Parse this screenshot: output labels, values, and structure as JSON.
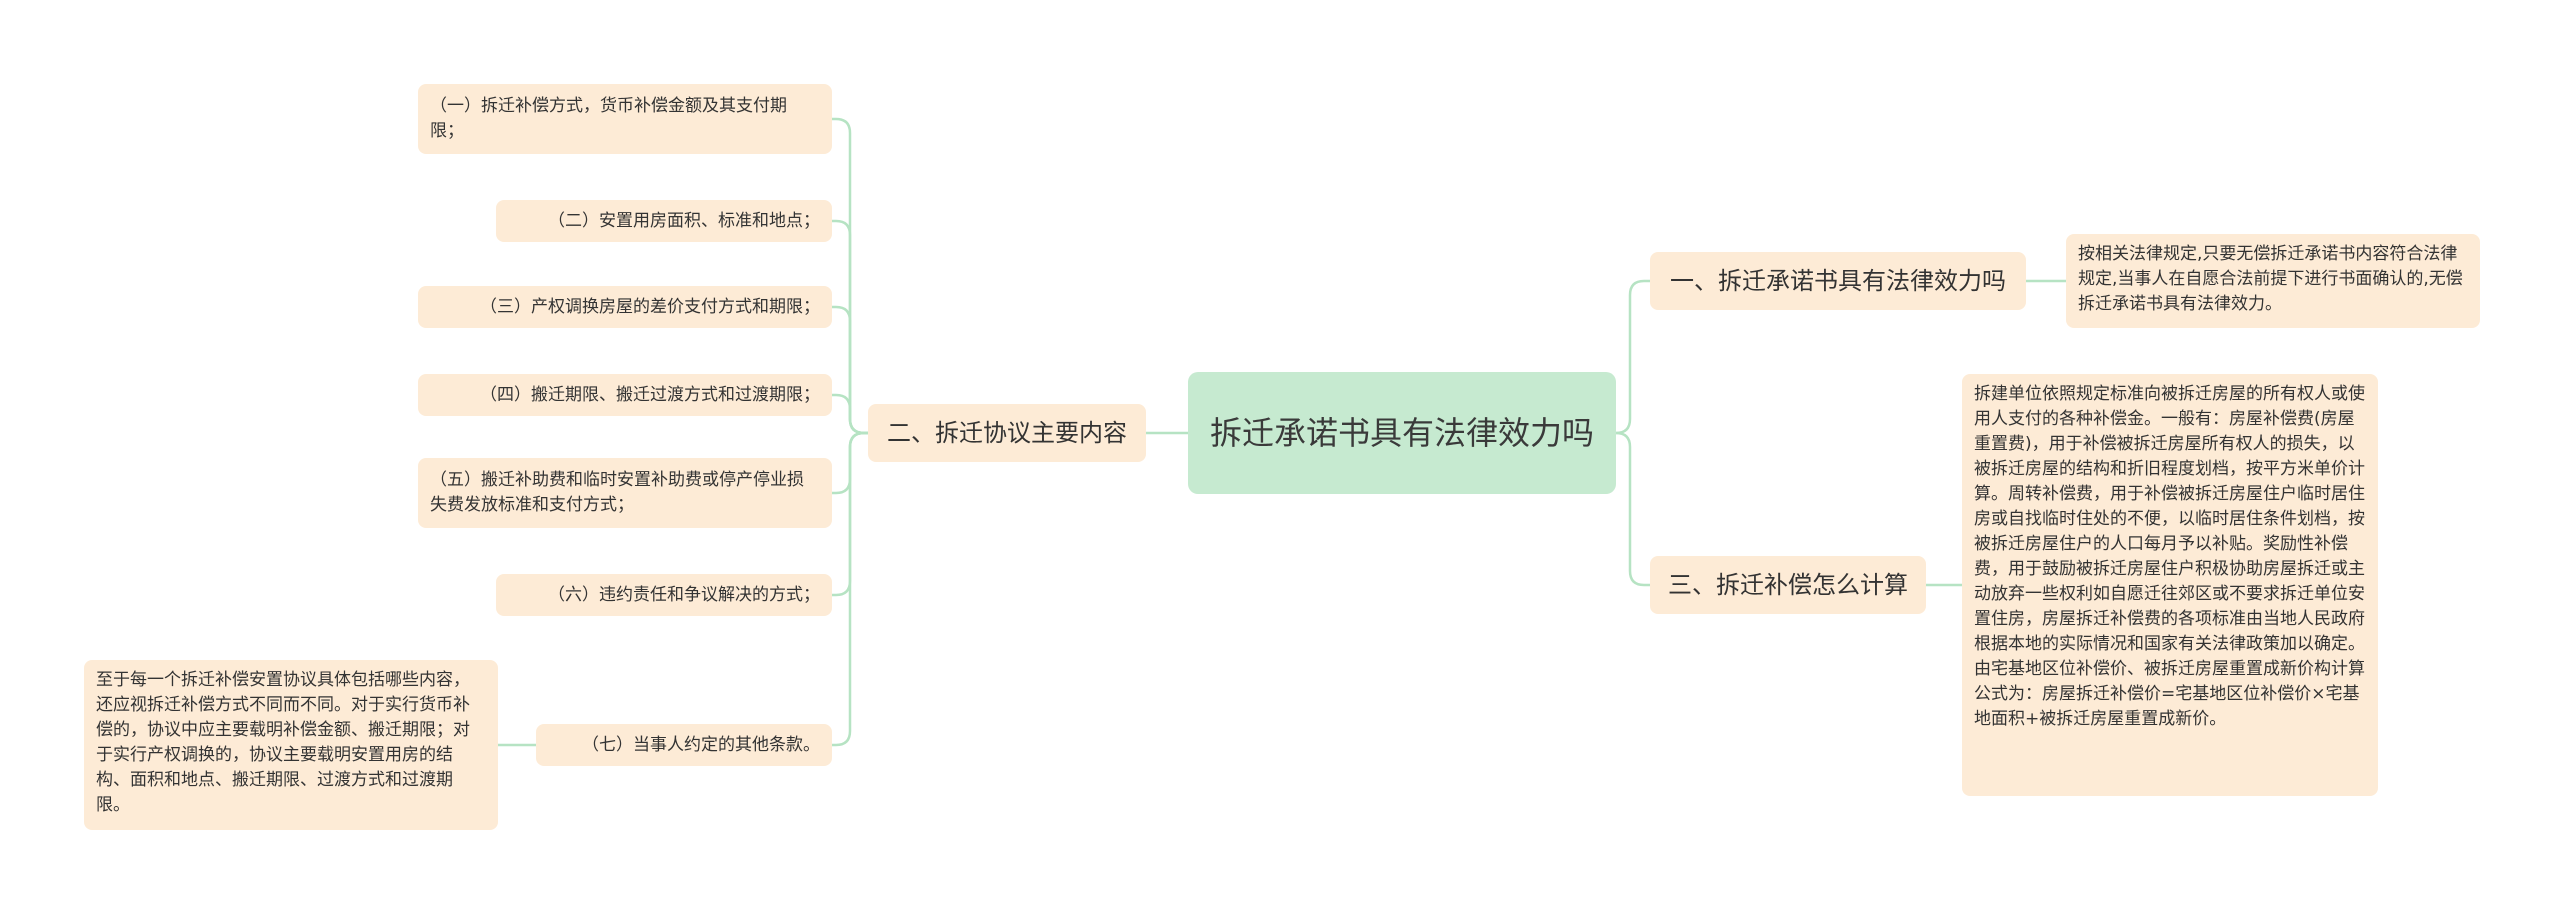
{
  "mindmap": {
    "root": "拆迁承诺书具有法律效力吗",
    "branches": [
      {
        "label": "一、拆迁承诺书具有法律效力吗",
        "children": [
          {
            "text": "按相关法律规定,只要无偿拆迁承诺书内容符合法律规定,当事人在自愿合法前提下进行书面确认的,无偿拆迁承诺书具有法律效力。"
          }
        ]
      },
      {
        "label": "二、拆迁协议主要内容",
        "children": [
          {
            "text": "（一）拆迁补偿方式，货币补偿金额及其支付期限；"
          },
          {
            "text": "（二）安置用房面积、标准和地点；"
          },
          {
            "text": "（三）产权调换房屋的差价支付方式和期限；"
          },
          {
            "text": "（四）搬迁期限、搬迁过渡方式和过渡期限；"
          },
          {
            "text": "（五）搬迁补助费和临时安置补助费或停产停业损失费发放标准和支付方式；"
          },
          {
            "text": "（六）违约责任和争议解决的方式；"
          },
          {
            "text": "（七）当事人约定的其他条款。"
          },
          {
            "text": "至于每一个拆迁补偿安置协议具体包括哪些内容，还应视拆迁补偿方式不同而不同。对于实行货币补偿的，协议中应主要载明补偿金额、搬迁期限；对于实行产权调换的，协议主要载明安置用房的结构、面积和地点、搬迁期限、过渡方式和过渡期限。"
          }
        ]
      },
      {
        "label": "三、拆迁补偿怎么计算",
        "children": [
          {
            "text": "拆建单位依照规定标准向被拆迁房屋的所有权人或使用人支付的各种补偿金。一般有：房屋补偿费(房屋重置费)，用于补偿被拆迁房屋所有权人的损失，以被拆迁房屋的结构和折旧程度划档，按平方米单价计算。周转补偿费，用于补偿被拆迁房屋住户临时居住房或自找临时住处的不便，以临时居住条件划档，按被拆迁房屋住户的人口每月予以补贴。奖励性补偿费，用于鼓励被拆迁房屋住户积极协助房屋拆迁或主动放弃一些权利如自愿迁往郊区或不要求拆迁单位安置住房，房屋拆迁补偿费的各项标准由当地人民政府根据本地的实际情况和国家有关法律政策加以确定。由宅基地区位补偿价、被拆迁房屋重置成新价构计算公式为：房屋拆迁补偿价=宅基地区位补偿价×宅基地面积+被拆迁房屋重置成新价。"
          }
        ]
      }
    ],
    "colors": {
      "root_fill": "#c6ead0",
      "node_fill": "#fdebd6",
      "connector": "#b6e3c3",
      "text": "#333333"
    }
  }
}
